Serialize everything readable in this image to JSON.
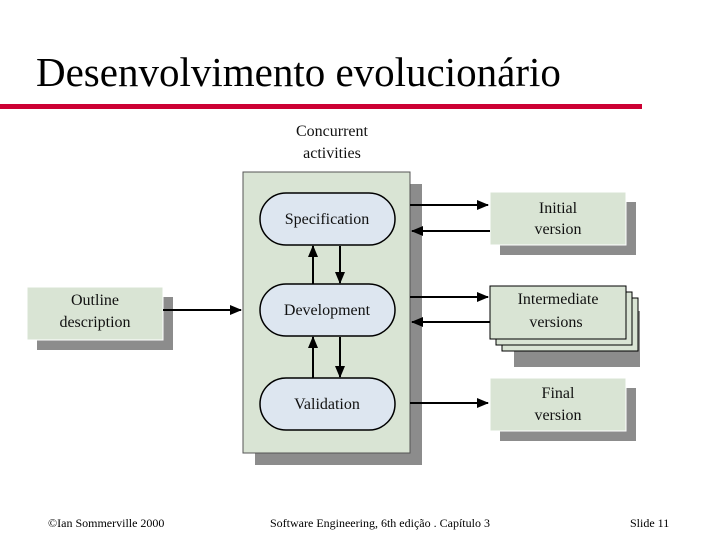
{
  "title": "Desenvolvimento evolucionário",
  "diagram": {
    "concurrent_label": [
      "Concurrent",
      "activities"
    ],
    "outline_label": [
      "Outline",
      "description"
    ],
    "activities": {
      "specification": "Specification",
      "development": "Development",
      "validation": "Validation"
    },
    "versions": {
      "initial": [
        "Initial",
        "version"
      ],
      "intermediate": [
        "Intermediate",
        "versions"
      ],
      "final": [
        "Final",
        "version"
      ]
    }
  },
  "footer": {
    "left": "©Ian Sommerville 2000",
    "center": "Software Engineering, 6th edição . Capítulo 3",
    "right": "Slide  11"
  },
  "colors": {
    "title_rule": "#cc0033",
    "box_fill": "#d9e4d4",
    "pill_fill": "#dde6f0",
    "shadow": "#8c8c8c"
  }
}
